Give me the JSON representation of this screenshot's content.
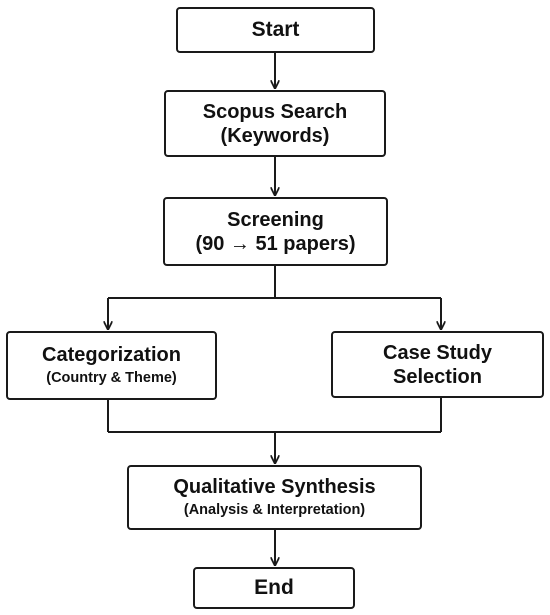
{
  "nodes": {
    "start": {
      "label": "Start"
    },
    "search": {
      "line1": "Scopus Search",
      "line2": "(Keywords)"
    },
    "screening": {
      "line1": "Screening",
      "line2": "(90 → 51 papers)"
    },
    "categorization": {
      "line1": "Categorization",
      "line2": "(Country & Theme)"
    },
    "case_study": {
      "line1": "Case Study",
      "line2": "Selection"
    },
    "synthesis": {
      "line1": "Qualitative Synthesis",
      "line2": "(Analysis & Interpretation)"
    },
    "end": {
      "label": "End"
    }
  },
  "colors": {
    "stroke": "#1a1a1a",
    "background": "#ffffff"
  }
}
